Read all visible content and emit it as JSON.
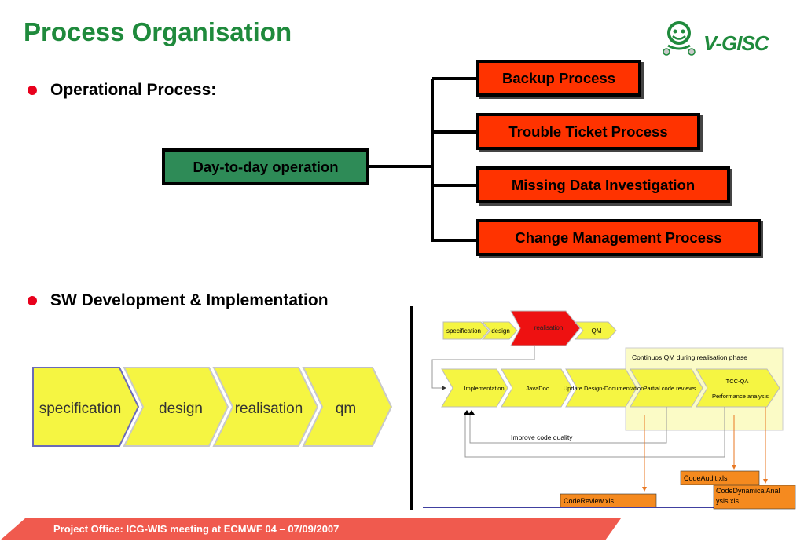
{
  "title": "Process Organisation",
  "logo": {
    "text": "V-GISC",
    "icon": "weather-face-icon",
    "color": "#1f8a3c"
  },
  "section1": {
    "bullet": "Operational Process:",
    "root_node": "Day-to-day operation",
    "children": [
      "Backup Process",
      "Trouble Ticket Process",
      "Missing Data Investigation",
      "Change Management Process"
    ]
  },
  "section2": {
    "bullet": "SW Development & Implementation",
    "chevrons": [
      "specification",
      "design",
      "realisation",
      "qm"
    ],
    "detail": {
      "top_chevrons": [
        "specification",
        "design",
        "realisation",
        "QM"
      ],
      "phase_box_title": "Continuos QM during realisation phase",
      "steps": [
        "Implementation",
        "JavaDoc",
        "Update Design-Documentation",
        "Partial code reviews",
        "TCC-QA"
      ],
      "tcc_sub": "Performance analysis",
      "loop_label": "Improve code quality",
      "files": [
        "CodeAudit.xls",
        "CodeReview.xls",
        "CodeDynamicalAnalysis.xls"
      ]
    }
  },
  "footer": {
    "text": "Project Office: ICG-WIS meeting at ECMWF 04 – 07/09/2007"
  },
  "colors": {
    "title_green": "#1f8a3c",
    "bullet_red": "#e8001c",
    "box_red": "#ff3300",
    "box_green": "#2e8b57",
    "chevron_yellow": "#f5f542",
    "footer_red": "#f05a4e"
  }
}
